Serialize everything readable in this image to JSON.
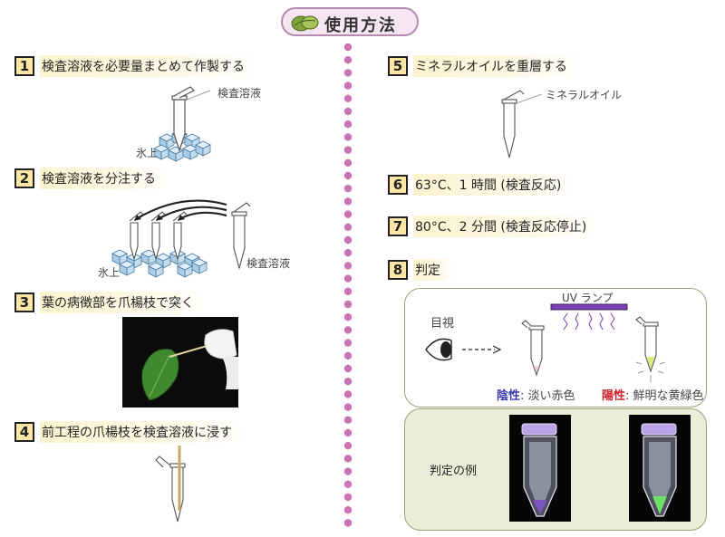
{
  "title": "使用方法",
  "steps": [
    {
      "num": "1",
      "label": "検査溶液を必要量まとめて作製する"
    },
    {
      "num": "2",
      "label": "検査溶液を分注する"
    },
    {
      "num": "3",
      "label": "葉の病徴部を爪楊枝で突く"
    },
    {
      "num": "4",
      "label": "前工程の爪楊枝を検査溶液に浸す"
    },
    {
      "num": "5",
      "label": "ミネラルオイルを重層する"
    },
    {
      "num": "6",
      "label": "63°C、1 時間 (検査反応)"
    },
    {
      "num": "7",
      "label": "80°C、2 分間 (検査反応停止)"
    },
    {
      "num": "8",
      "label": "判定"
    }
  ],
  "captions": {
    "s1_tube": "検査溶液",
    "s1_ice": "氷上",
    "s2_tube": "検査溶液",
    "s2_ice": "氷上",
    "s5_tube": "ミネラルオイル"
  },
  "judge": {
    "uv_lamp": "UV ランプ",
    "visual": "目視",
    "negative_label": "陰性",
    "negative_desc": ": 淡い赤色",
    "positive_label": "陽性",
    "positive_desc": ": 鮮明な黄緑色",
    "example_label": "判定の例"
  },
  "colors": {
    "negative": "#3b3bb0",
    "positive": "#d0202a",
    "uv": "#7a3fb0",
    "divider": "#c874b4"
  }
}
